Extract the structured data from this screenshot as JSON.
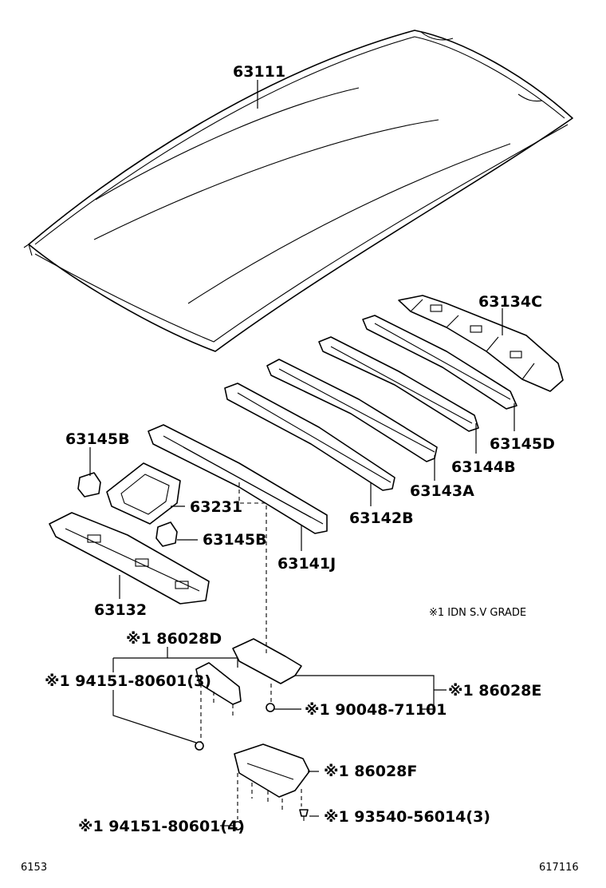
{
  "diagram": {
    "parts": {
      "p63111": "63111",
      "p63134C": "63134C",
      "p63145D": "63145D",
      "p63144B": "63144B",
      "p63143A": "63143A",
      "p63142B": "63142B",
      "p63141J": "63141J",
      "p63145B_top": "63145B",
      "p63231": "63231",
      "p63145B_low": "63145B",
      "p63132": "63132",
      "p86028D": "※1 86028D",
      "p94151_3": "※1 94151-80601(3)",
      "p86028E": "※1 86028E",
      "p90048": "※1 90048-71101",
      "p86028F": "※1 86028F",
      "p93540": "※1 93540-56014(3)",
      "p94151_4": "※1 94151-80601(4)"
    },
    "note": "※1  IDN S.V GRADE",
    "footer_left": "6153",
    "footer_right": "617116"
  }
}
